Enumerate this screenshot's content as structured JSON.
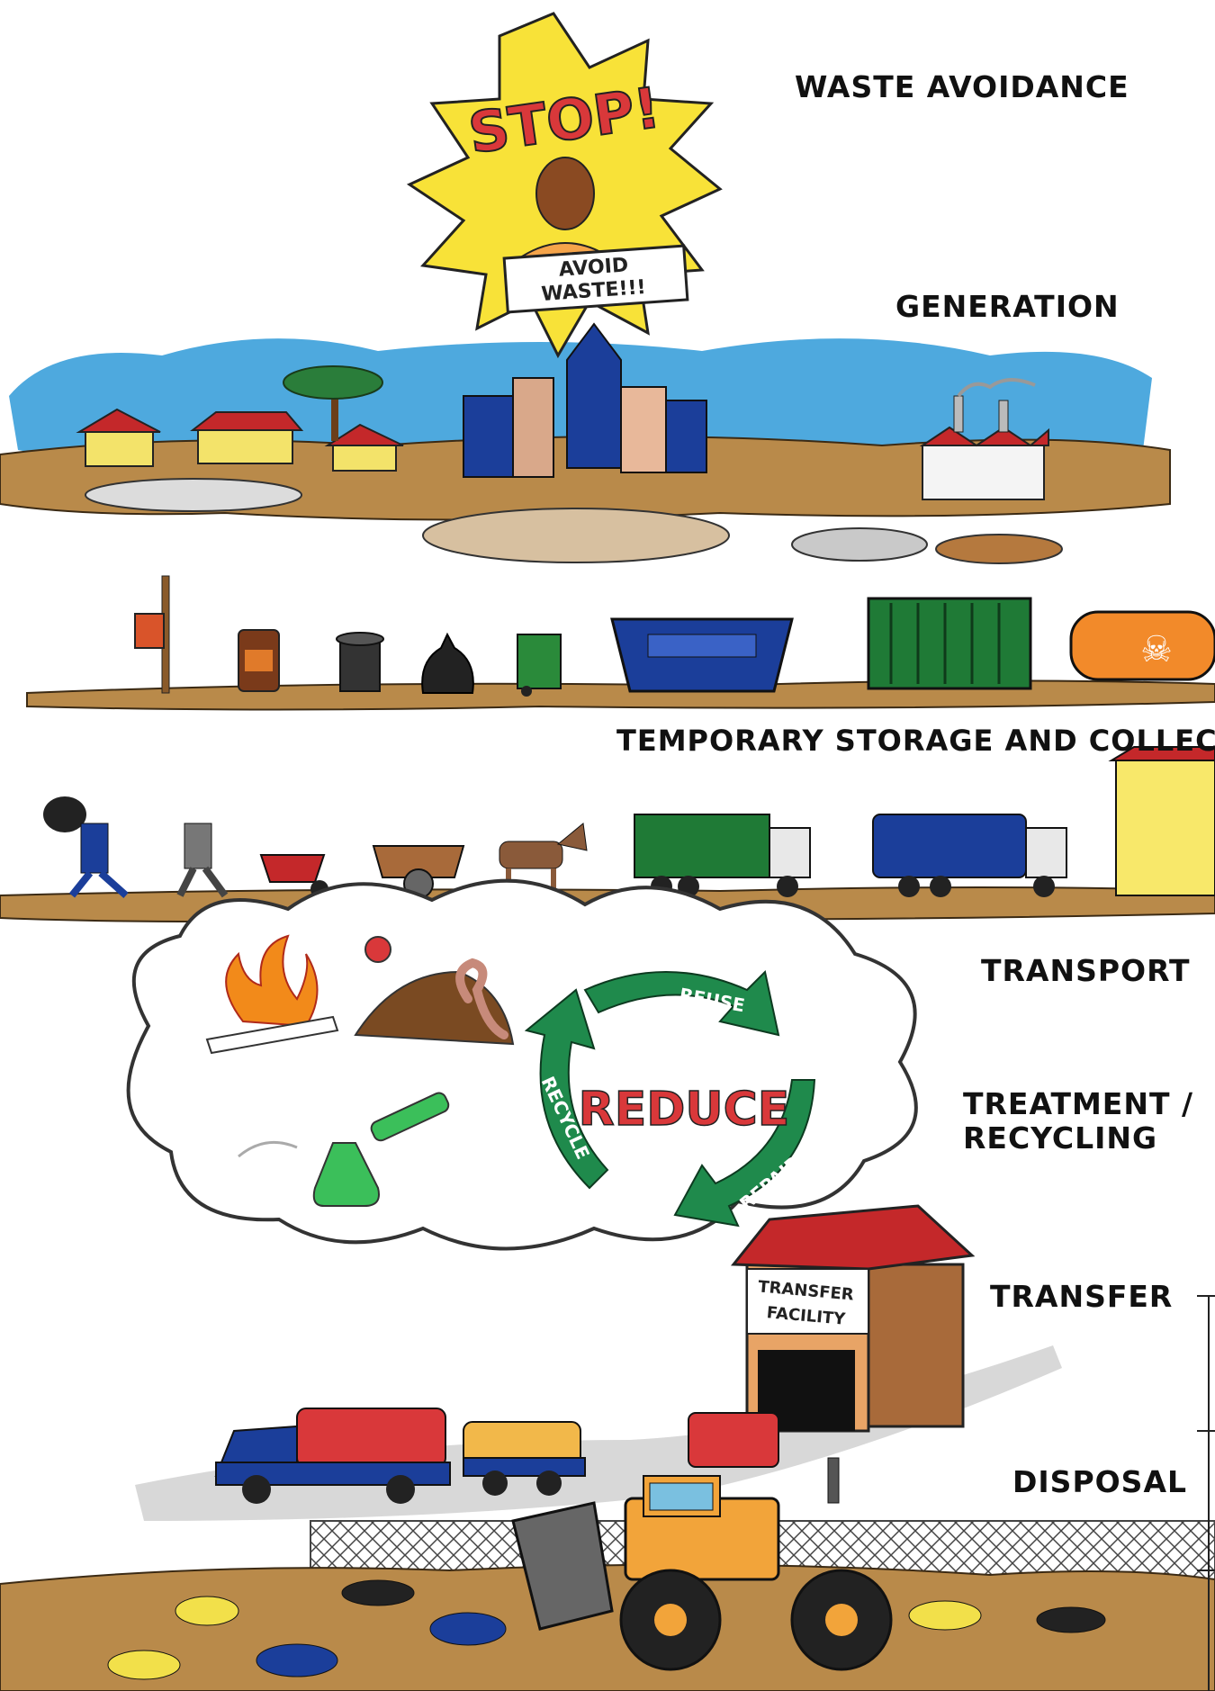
{
  "stages": {
    "waste_avoidance": "WASTE AVOIDANCE",
    "generation": "GENERATION",
    "temporary_storage": "TEMPORARY STORAGE AND COLLECTION",
    "transport": "TRANSPORT",
    "treatment": "TREATMENT /\nRECYCLING",
    "transfer": "TRANSFER",
    "disposal": "DISPOSAL"
  },
  "illustration_text": {
    "stop": "STOP!",
    "sign_line1": "AVOID",
    "sign_line2": "WASTE!!!",
    "reduce": "REDUCE",
    "reuse": "REUSE",
    "repair": "REPAIR",
    "recycle": "RECYCLE",
    "facility_line1": "TRANSFER",
    "facility_line2": "FACILITY"
  },
  "colors": {
    "sky": "#2f9ad8",
    "earth": "#b98a4a",
    "burst": "#f8e238",
    "stop_red": "#d9383a",
    "arrow_green": "#1f8a4c",
    "truck_blue": "#1b3e9a",
    "skip_green": "#1f7a36",
    "roof_red": "#c4282a"
  }
}
